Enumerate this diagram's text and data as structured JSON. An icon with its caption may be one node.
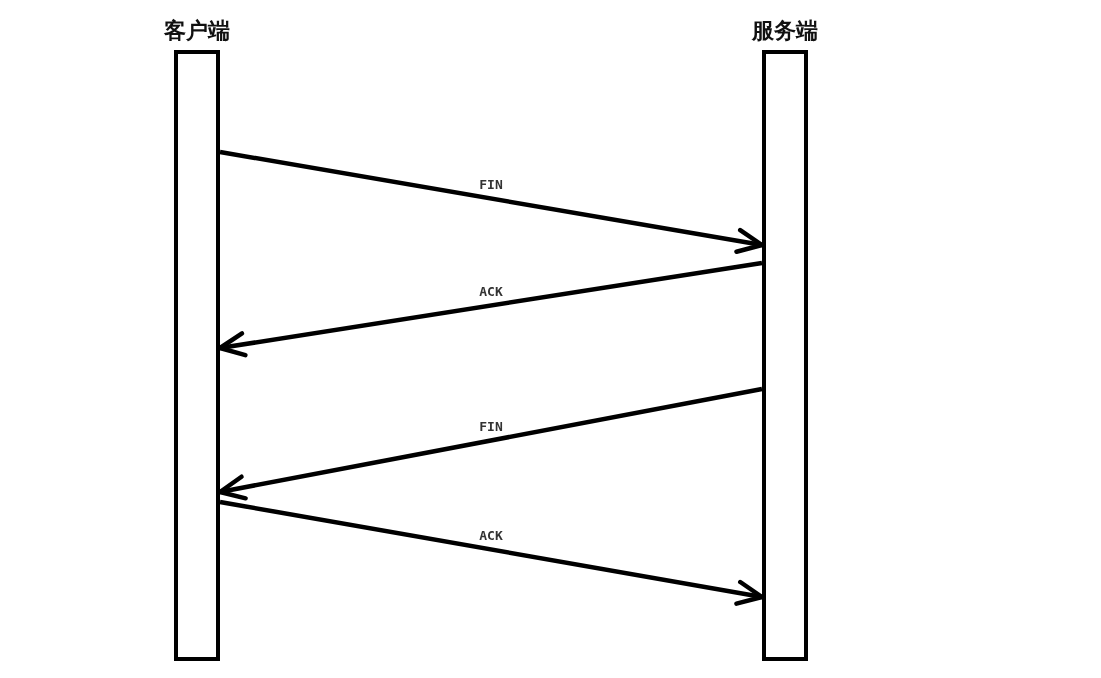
{
  "diagram": {
    "nodes": [
      {
        "text": [
          "客户端"
        ]
      },
      {
        "text": [
          "服务端"
        ]
      }
    ],
    "edges": [
      {
        "from": 0,
        "to": 1,
        "arrow": "to",
        "label": "FIN"
      },
      {
        "from": 1,
        "to": 0,
        "arrow": "to",
        "label": "ACK"
      },
      {
        "from": 1,
        "to": 0,
        "arrow": "to",
        "label": "FIN"
      },
      {
        "from": 0,
        "to": 1,
        "arrow": "to",
        "label": "ACK"
      }
    ]
  }
}
